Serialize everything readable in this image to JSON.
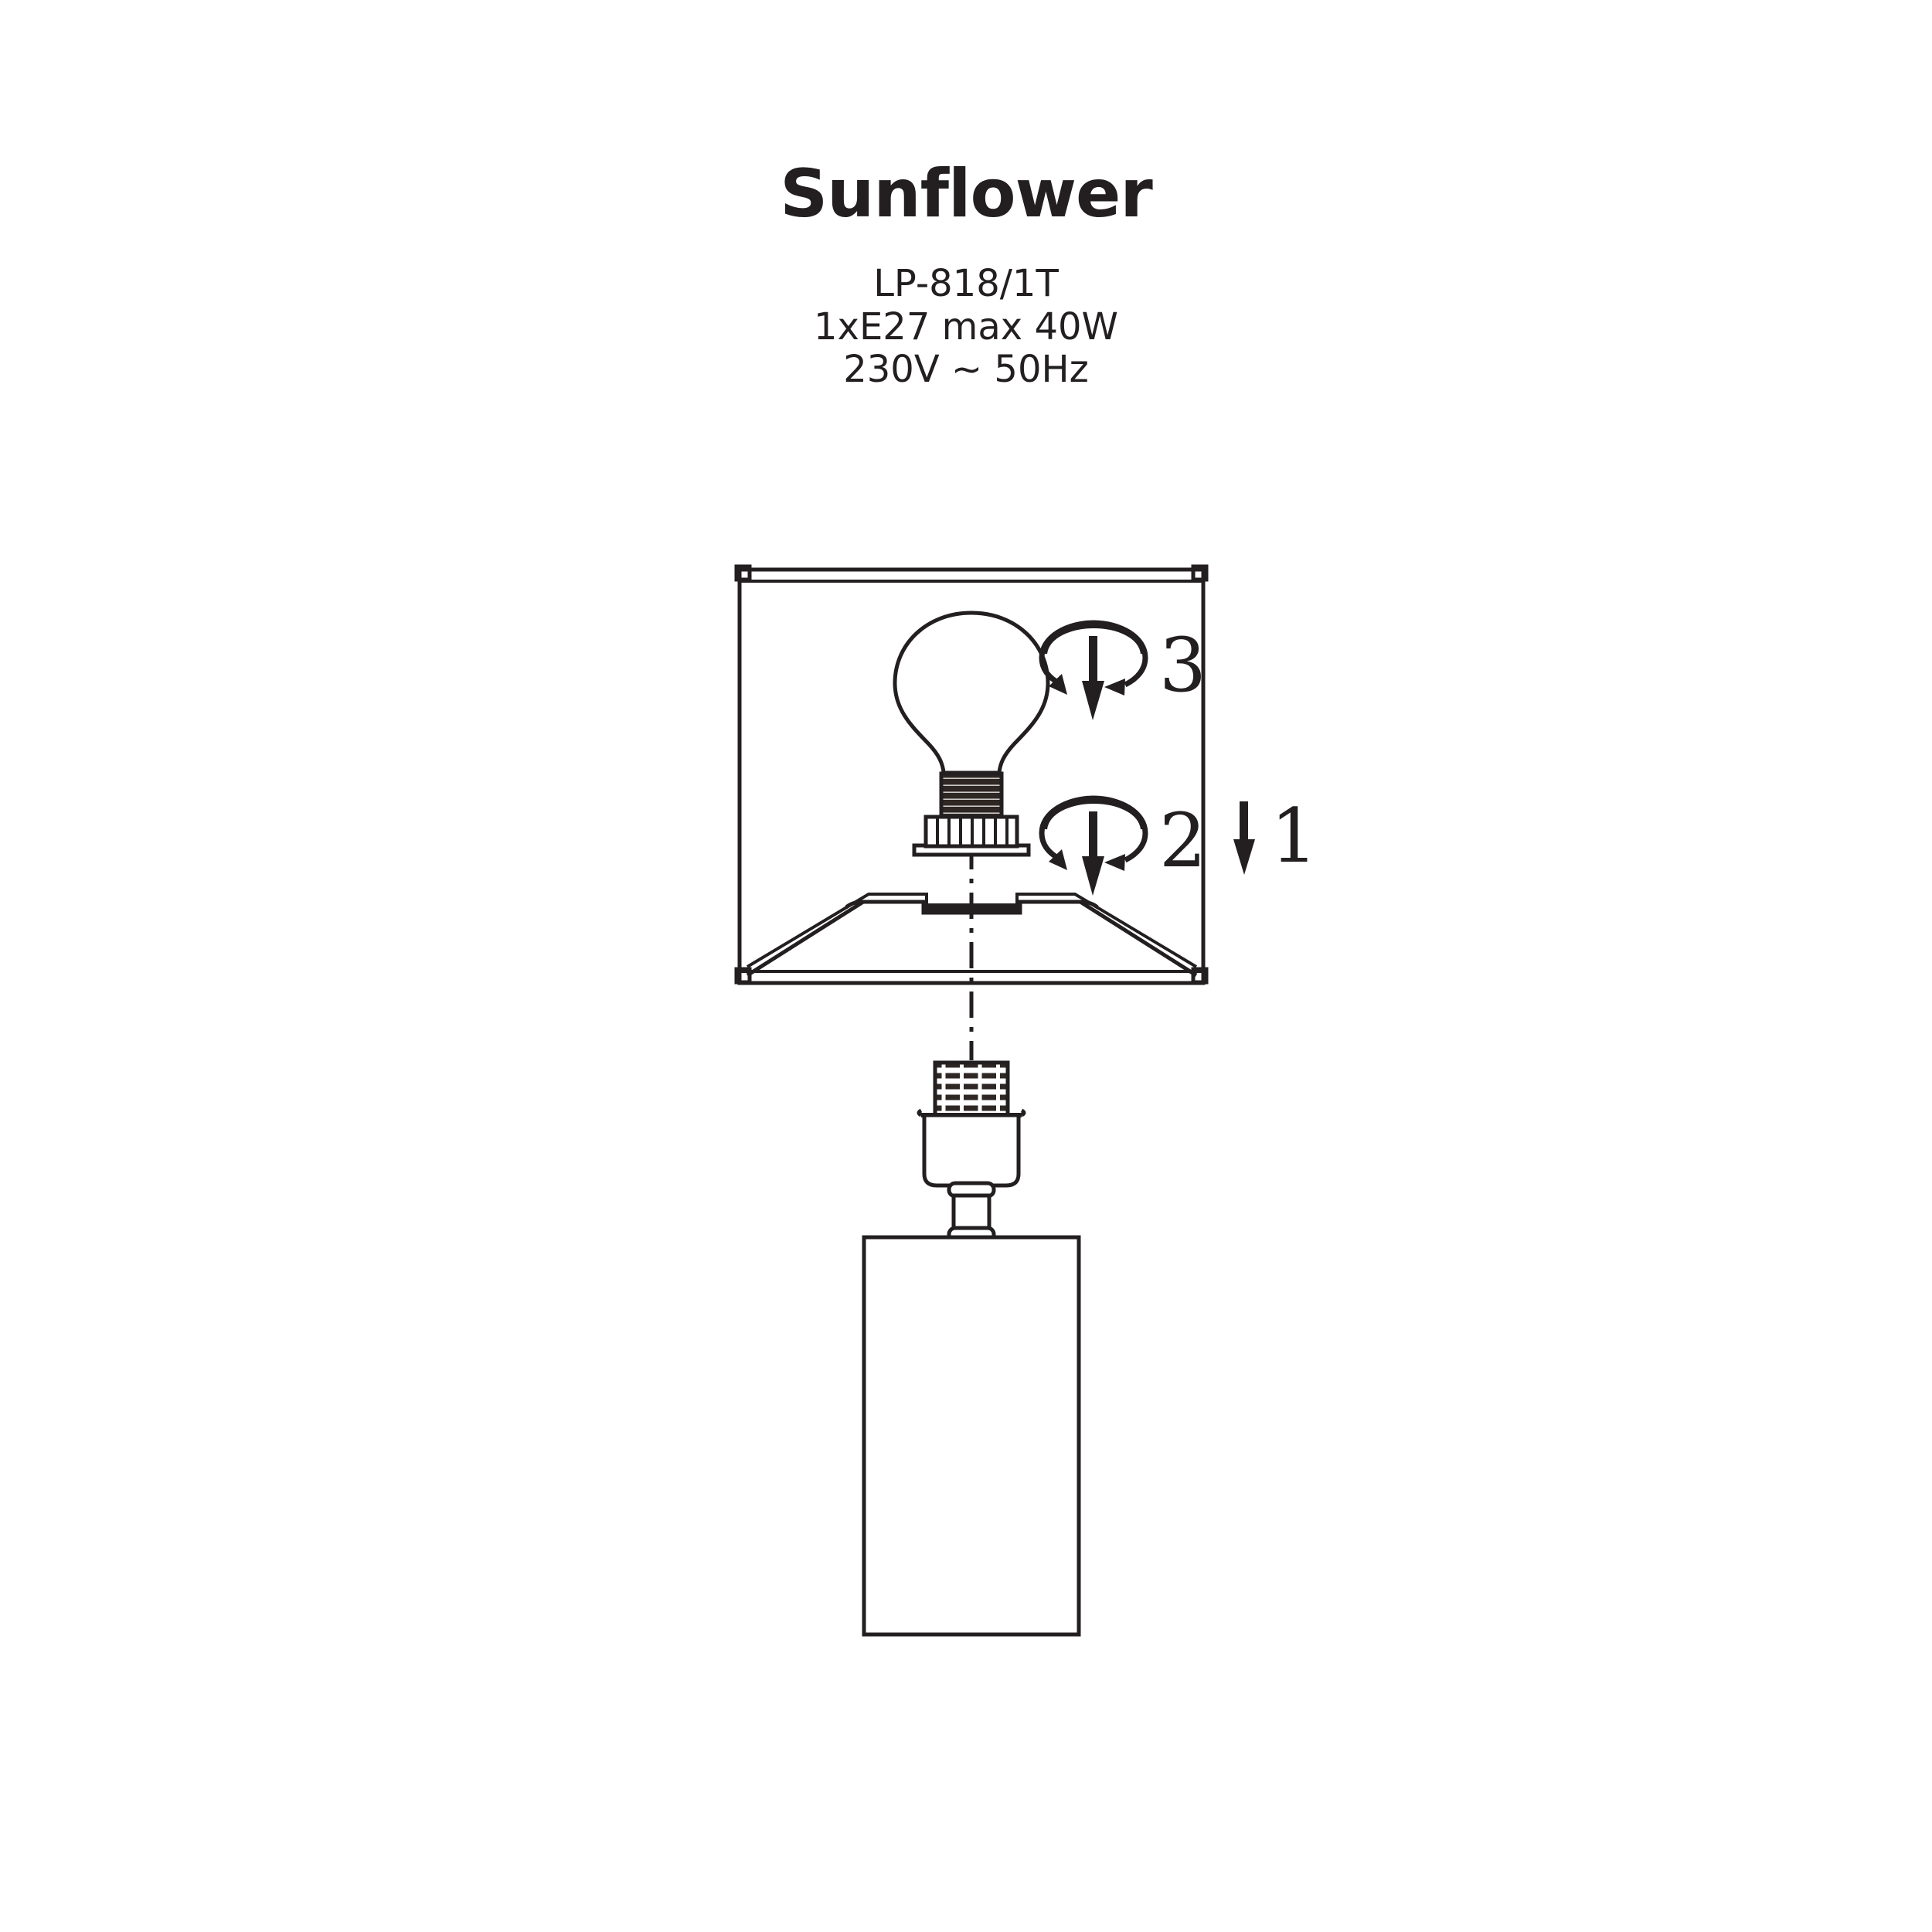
{
  "header": {
    "title": "Sunflower",
    "spec_lines": [
      "LP-818/1T",
      "1xE27 max 40W",
      "230V ~ 50Hz"
    ]
  },
  "diagram": {
    "title": "lamp-assembly-exploded-view",
    "background_color": "#ffffff",
    "line_color": "#231f20",
    "steps": [
      {
        "number": "1",
        "label": "1",
        "icon": "down-arrow-icon",
        "action": "lower-shade",
        "component": "lampshade"
      },
      {
        "number": "2",
        "label": "2",
        "icon": "rotate-down-arrow-icon",
        "action": "screw-on-collar-ring",
        "component": "shade-collar-ring"
      },
      {
        "number": "3",
        "label": "3",
        "icon": "rotate-down-arrow-icon",
        "action": "screw-in-bulb",
        "component": "e27-bulb"
      }
    ],
    "components": [
      "lampshade",
      "shade-wire-frame",
      "shade-collar-ring",
      "e27-bulb",
      "lamp-socket",
      "socket-neck",
      "lamp-base"
    ]
  }
}
